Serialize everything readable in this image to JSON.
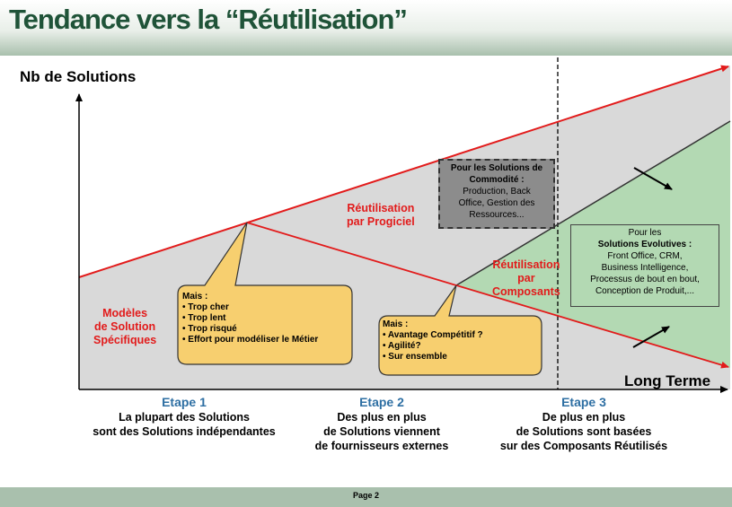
{
  "header": {
    "title": "Tendance vers la “Réutilisation”"
  },
  "axes": {
    "y_label": "Nb de Solutions",
    "x_label": "Long Terme"
  },
  "regions": {
    "specific": [
      "Modèles",
      "de Solution",
      "Spécifiques"
    ],
    "package": [
      "Réutilisation",
      "par Progiciel"
    ],
    "components": [
      "Réutilisation",
      "par",
      "Composants"
    ]
  },
  "callouts": {
    "first": {
      "lines": [
        "Mais :",
        "• Trop cher",
        "• Trop lent",
        "• Trop risqué",
        "• Effort pour modéliser le Métier"
      ]
    },
    "second": {
      "lines": [
        "Mais :",
        "• Avantage Compétitif ?",
        "• Agilité?",
        "• Sur ensemble"
      ]
    }
  },
  "commodity_box": {
    "lines": [
      "Pour les Solutions de",
      "Commodité :",
      "Production, Back",
      "Office, Gestion des",
      "Ressources..."
    ]
  },
  "evolutive_box": {
    "lines": [
      "Pour les",
      "Solutions Evolutives :",
      "Front Office, CRM,",
      "Business Intelligence,",
      "Processus de bout en bout,",
      "Conception de Produit,..."
    ]
  },
  "stages": [
    {
      "title": "Etape 1",
      "lines": [
        "La plupart des Solutions",
        "sont des Solutions indépendantes"
      ]
    },
    {
      "title": "Etape 2",
      "lines": [
        "Des plus en plus",
        "de Solutions viennent",
        "de fournisseurs externes"
      ]
    },
    {
      "title": "Etape 3",
      "lines": [
        "De plus en plus",
        "de Solutions sont basées",
        "sur des Composants Réutilisés"
      ]
    }
  ],
  "footer": {
    "page": "Page 2"
  },
  "colors": {
    "header_text": "#1f5338",
    "band": "#a9c0ad",
    "red": "#e21b1b",
    "stage_title": "#2e6fa3",
    "gray_area": "#d9d9d9",
    "green_area": "#b3d9b3",
    "callout_fill": "#f7cf6f"
  }
}
